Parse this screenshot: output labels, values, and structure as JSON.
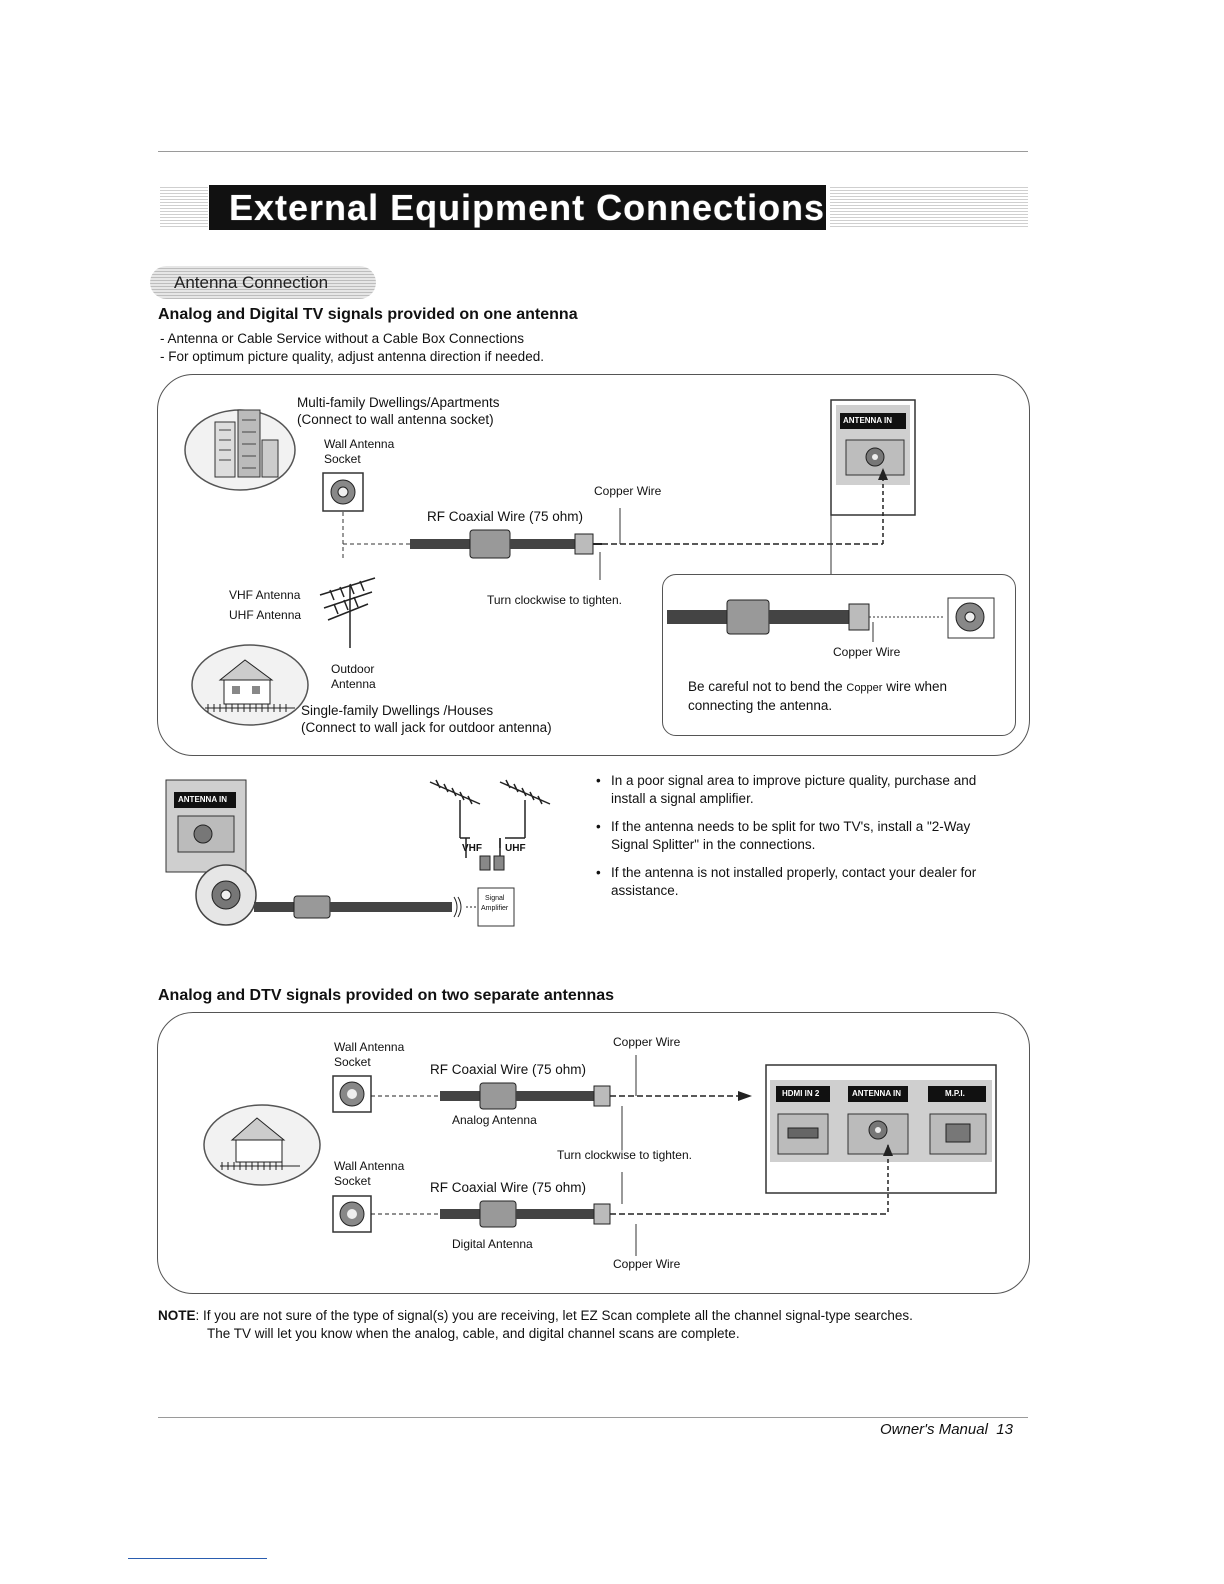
{
  "page": {
    "title": "External Equipment Connections",
    "section_tab": "Antenna Connection"
  },
  "section1": {
    "heading": "Analog and Digital TV signals provided on one antenna",
    "notes": [
      "-  Antenna or Cable Service without a Cable Box Connections",
      "-  For optimum picture quality, adjust antenna direction if needed."
    ]
  },
  "diagram1": {
    "multi_family_line1": "Multi-family Dwellings/Apartments",
    "multi_family_line2": "(Connect to wall antenna socket)",
    "wall_socket_line1": "Wall Antenna",
    "wall_socket_line2": "Socket",
    "copper_wire": "Copper Wire",
    "rf_coax": "RF Coaxial Wire (75 ohm)",
    "antenna_in": "ANTENNA IN",
    "vhf_antenna": "VHF Antenna",
    "uhf_antenna": "UHF Antenna",
    "turn_clockwise": "Turn clockwise to tighten.",
    "outdoor_line1": "Outdoor",
    "outdoor_line2": "Antenna",
    "single_family_line1": "Single-family Dwellings /Houses",
    "single_family_line2": "(Connect to wall jack for outdoor antenna)",
    "inset_copper": "Copper   Wire",
    "inset_caution_pre": "Be careful not to bend the ",
    "inset_caution_small": "Copper",
    "inset_caution_post": "  wire when",
    "inset_caution_line2": "connecting the antenna."
  },
  "amplifier_diagram": {
    "antenna_in": "ANTENNA IN",
    "vhf": "VHF",
    "uhf": "UHF",
    "amp_line1": "Signal",
    "amp_line2": "Amplifier"
  },
  "bullets": [
    "In a poor signal area to improve picture quality, purchase and install a signal amplifier.",
    "If the antenna needs to be split for two TV's, install a \"2-Way Signal Splitter\" in the connections.",
    "If the antenna is not installed properly, contact your dealer for assistance."
  ],
  "section2": {
    "heading": "Analog and DTV signals provided on two separate antennas"
  },
  "diagram2": {
    "wall_socket_line1": "Wall Antenna",
    "wall_socket_line2": "Socket",
    "copper_wire_top": "Copper Wire",
    "rf_coax": "RF Coaxial Wire (75 ohm)",
    "analog_antenna": "Analog Antenna",
    "turn_clockwise": "Turn clockwise to tighten.",
    "digital_antenna": "Digital Antenna",
    "copper_wire_bottom": "Copper Wire",
    "port_hdmi": "HDMI IN 2",
    "port_antenna": "ANTENNA IN",
    "port_mpi": "M.P.I."
  },
  "note": {
    "label": "NOTE",
    "line1": ": If you are not sure of the type of signal(s) you are receiving, let EZ Scan complete all the channel signal-type searches.",
    "line2": "The TV will let you know when the analog, cable, and digital channel scans are complete."
  },
  "footer": {
    "manual": "Owner's Manual",
    "page_number": "13"
  }
}
